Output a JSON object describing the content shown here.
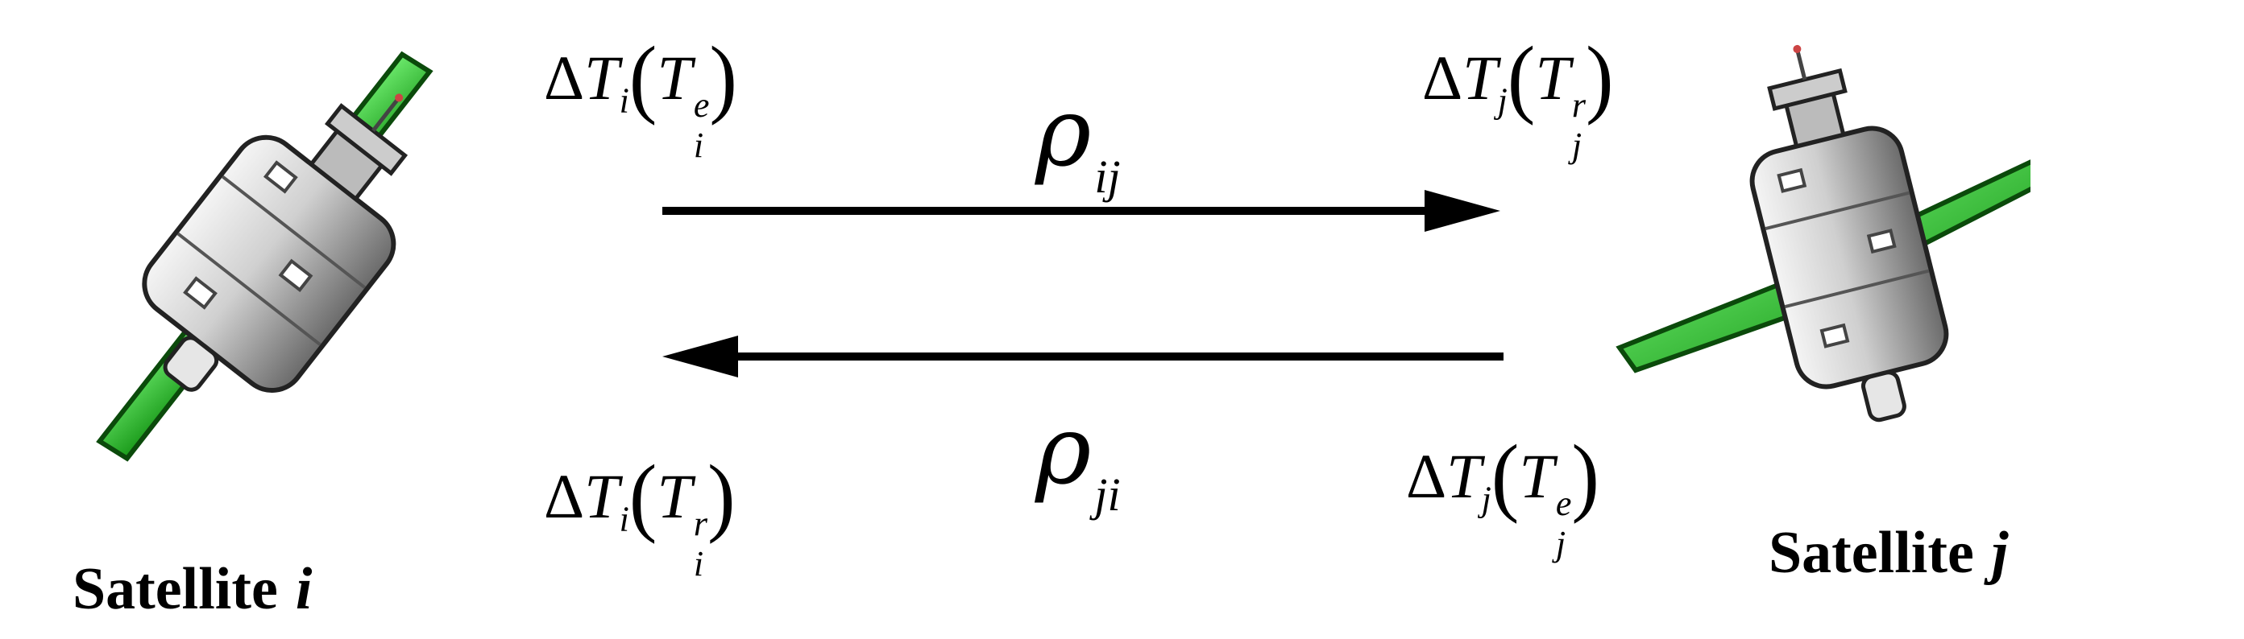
{
  "satellite_i": {
    "caption_word": "Satellite",
    "caption_index": "i",
    "top_label": {
      "delta": "Δ",
      "var": "T",
      "sub": "i",
      "inner_var": "T",
      "inner_sup": "e",
      "inner_sub": "i"
    },
    "bottom_label": {
      "delta": "Δ",
      "var": "T",
      "sub": "i",
      "inner_var": "T",
      "inner_sup": "r",
      "inner_sub": "i"
    }
  },
  "satellite_j": {
    "caption_word": "Satellite",
    "caption_index": "j",
    "top_label": {
      "delta": "Δ",
      "var": "T",
      "sub": "j",
      "inner_var": "T",
      "inner_sup": "r",
      "inner_sub": "j"
    },
    "bottom_label": {
      "delta": "Δ",
      "var": "T",
      "sub": "j",
      "inner_var": "T",
      "inner_sup": "e",
      "inner_sub": "j"
    }
  },
  "forward_link": {
    "symbol": "ρ",
    "sub": "ij",
    "direction": "i-to-j"
  },
  "backward_link": {
    "symbol": "ρ",
    "sub": "ji",
    "direction": "j-to-i"
  },
  "colors": {
    "panel": "#2ecc2e",
    "panel_edge": "#0b4a0b",
    "body_light": "#f2f2f2",
    "body_dark": "#6e6e6e",
    "outline": "#222222",
    "arrow": "#000000"
  }
}
